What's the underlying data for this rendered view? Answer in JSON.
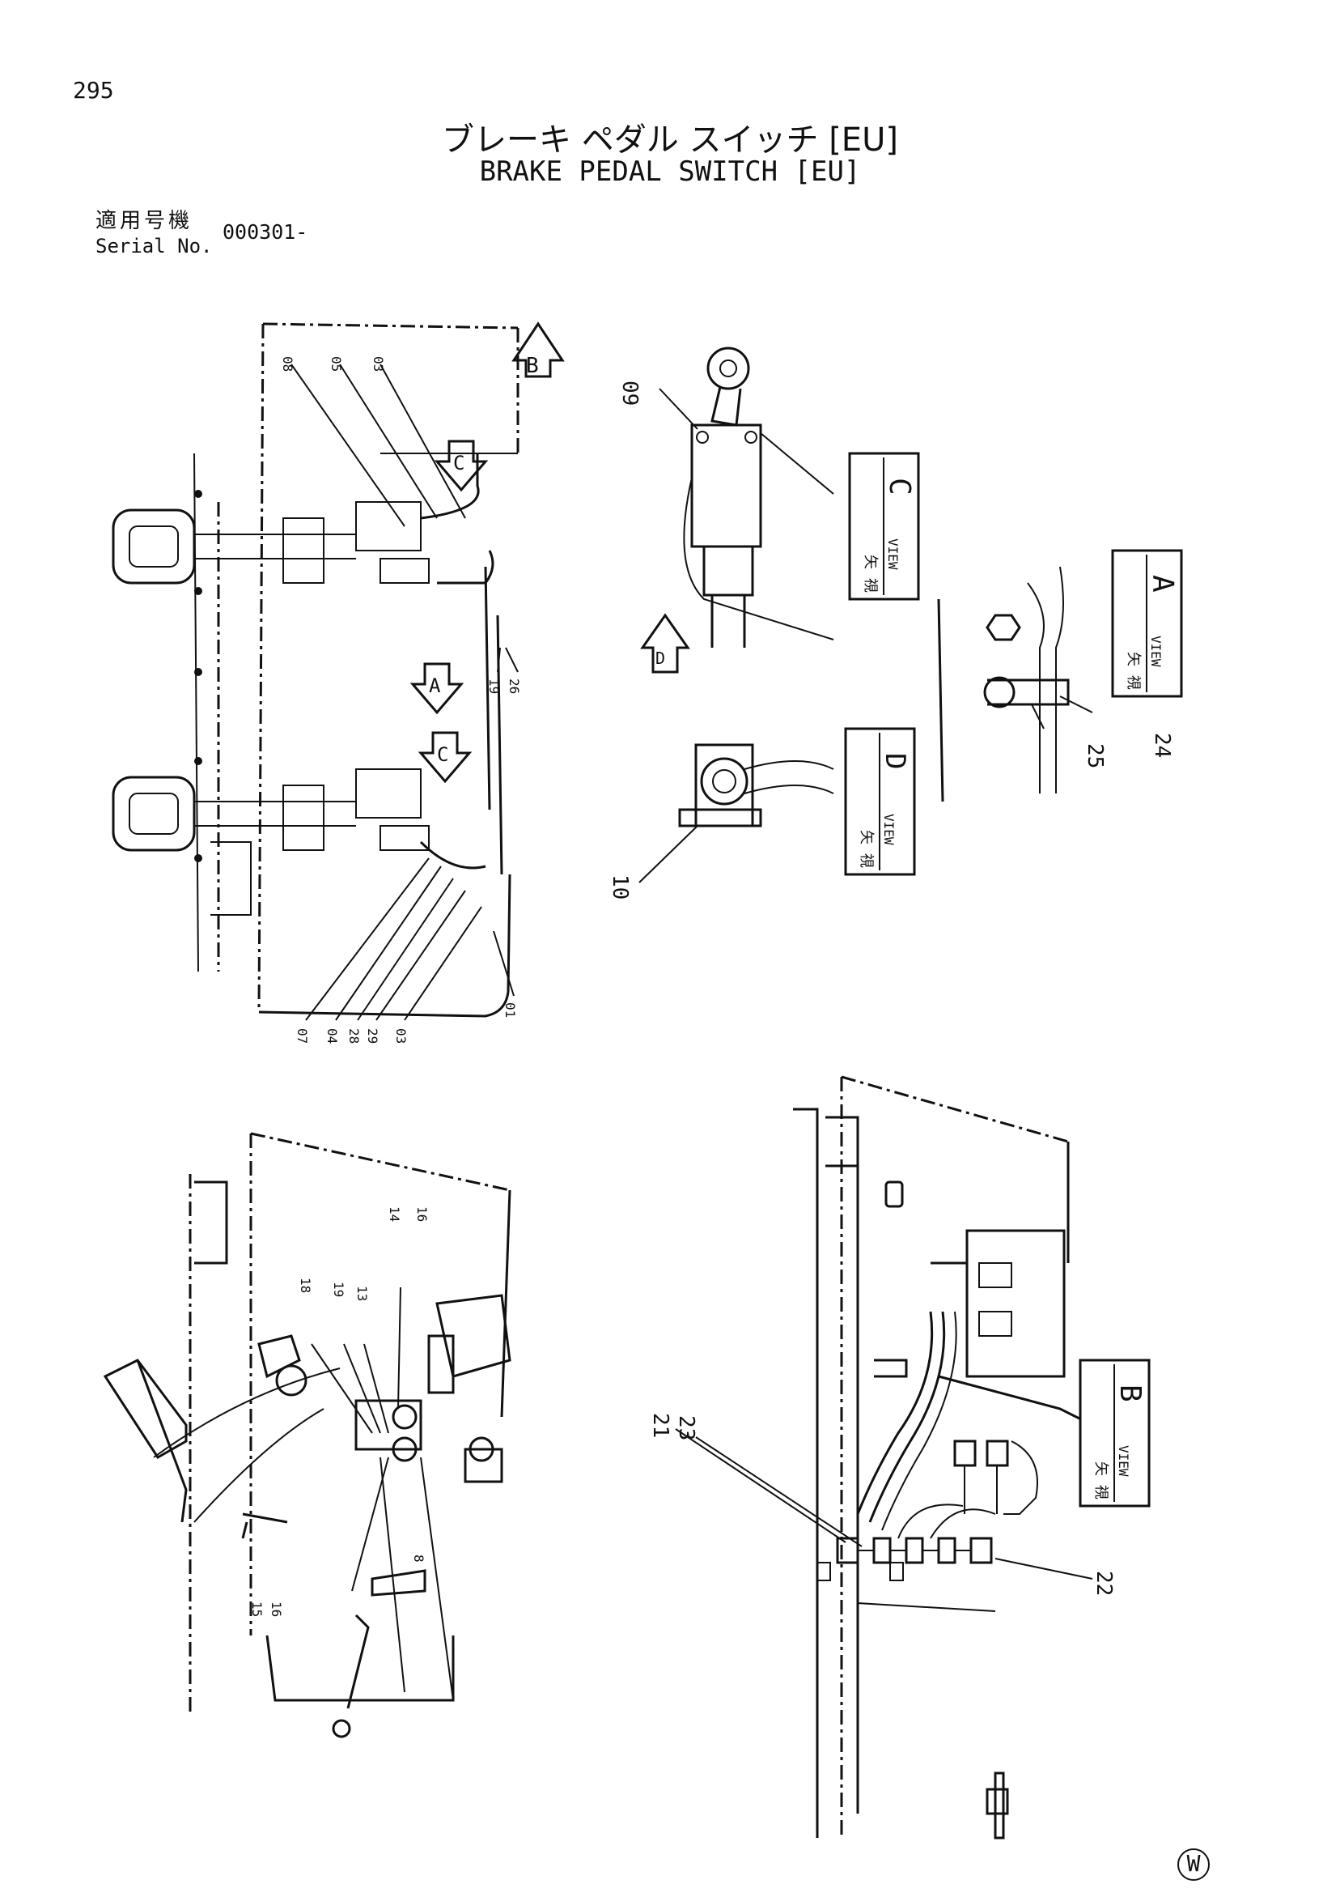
{
  "page": {
    "number": "295",
    "title_jp": "ブレーキ ペダル スイッチ [EU]",
    "title_en": "BRAKE PEDAL SWITCH [EU]",
    "serial_label_jp": "適用号機",
    "serial_label_en": "Serial No.",
    "serial_value": "000301-",
    "watermark": "W"
  },
  "views": {
    "a": {
      "prefix_kanji": "矢 視",
      "view_word": "VIEW",
      "letter": "A"
    },
    "b": {
      "prefix_kanji": "矢 視",
      "view_word": "VIEW",
      "letter": "B"
    },
    "c": {
      "prefix_kanji": "矢 視",
      "view_word": "VIEW",
      "letter": "C"
    },
    "d": {
      "prefix_kanji": "矢 視",
      "view_word": "VIEW",
      "letter": "D"
    }
  },
  "arrows": {
    "a": "A",
    "b": "B",
    "c1": "C",
    "c2": "C",
    "d": "D"
  },
  "callouts": {
    "top_08": "08",
    "top_05": "05",
    "top_03": "03",
    "top_19": "19",
    "top_26": "26",
    "top_01": "01",
    "top_07": "07",
    "top_04": "04",
    "top_28": "28",
    "top_29": "29",
    "top_03b": "03",
    "c_09": "09",
    "d_10": "10",
    "a_25": "25",
    "a_24": "24",
    "bl_18": "18",
    "bl_19": "19",
    "bl_13": "13",
    "bl_14": "14",
    "bl_16": "16",
    "bl_15b": "15",
    "bl_16b": "16",
    "bl_8": "8",
    "br_21": "21",
    "br_23": "23",
    "br_22": "22"
  }
}
